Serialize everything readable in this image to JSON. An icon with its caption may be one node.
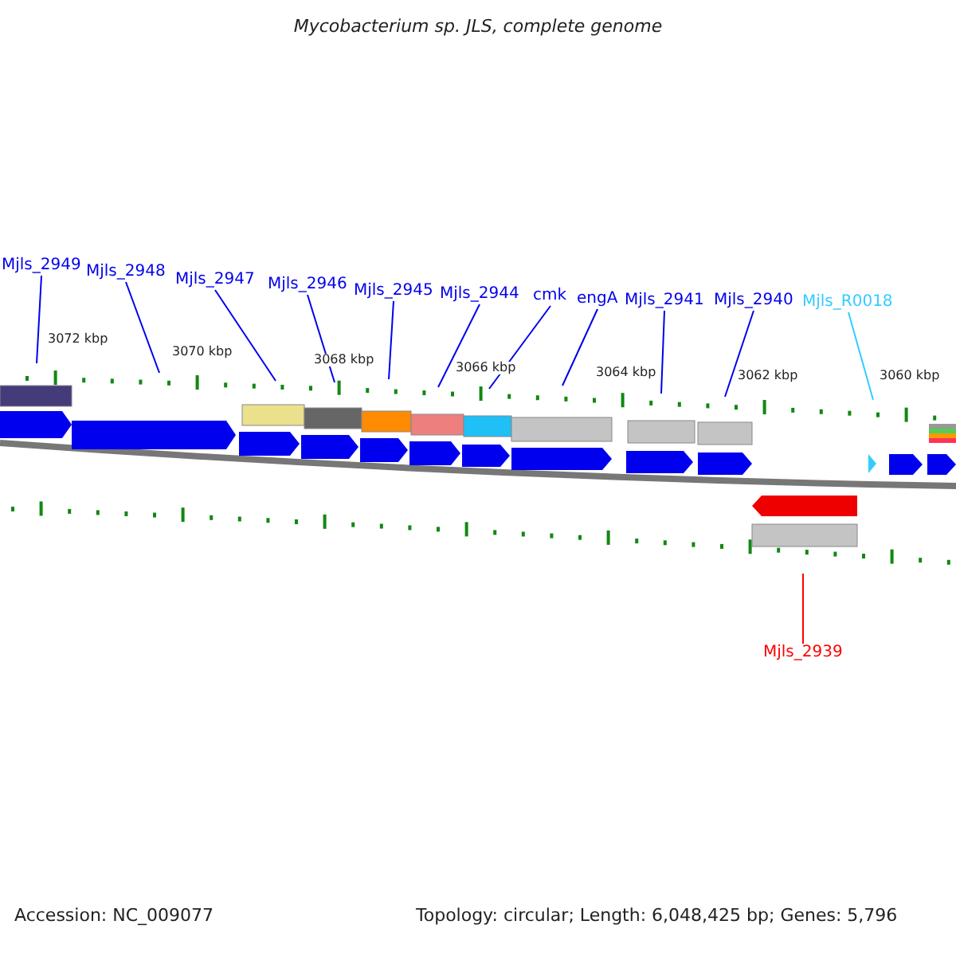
{
  "diagram": {
    "title": "Mycobacterium sp. JLS, complete genome",
    "nodes": [
      {
        "text": [
          "Mjls_2949"
        ]
      },
      {
        "text": [
          "Mjls_2948"
        ]
      },
      {
        "text": [
          "Mjls_2947"
        ]
      },
      {
        "text": [
          "Mjls_2946"
        ]
      },
      {
        "text": [
          "Mjls_2945"
        ]
      },
      {
        "text": [
          "Mjls_2944"
        ]
      },
      {
        "text": [
          "cmk"
        ]
      },
      {
        "text": [
          "engA"
        ]
      },
      {
        "text": [
          "Mjls_2941"
        ]
      },
      {
        "text": [
          "Mjls_2940"
        ]
      },
      {
        "text": [
          "Mjls_R0018"
        ]
      },
      {
        "text": [
          "Mjls_2939"
        ]
      }
    ],
    "edges": [
      {
        "from": 0,
        "to": null,
        "arrow": "none"
      },
      {
        "from": 1,
        "to": null,
        "arrow": "none"
      },
      {
        "from": 2,
        "to": null,
        "arrow": "none"
      },
      {
        "from": 3,
        "to": null,
        "arrow": "none"
      },
      {
        "from": 4,
        "to": null,
        "arrow": "none"
      },
      {
        "from": 5,
        "to": null,
        "arrow": "none"
      },
      {
        "from": 6,
        "to": null,
        "arrow": "none"
      },
      {
        "from": 7,
        "to": null,
        "arrow": "none"
      },
      {
        "from": 8,
        "to": null,
        "arrow": "none"
      },
      {
        "from": 9,
        "to": null,
        "arrow": "none"
      },
      {
        "from": 10,
        "to": null,
        "arrow": "none",
        "color": "#33ccff"
      },
      {
        "from": 11,
        "to": null,
        "arrow": "none",
        "color": "#ff0000"
      }
    ],
    "labels": [
      "3072 kbp",
      "3070 kbp",
      "3068 kbp",
      "3066 kbp",
      "3064 kbp",
      "3062 kbp",
      "3060 kbp",
      "Accession: NC_009077",
      "Topology: circular; Length: 6,048,425 bp; Genes: 5,796"
    ]
  }
}
